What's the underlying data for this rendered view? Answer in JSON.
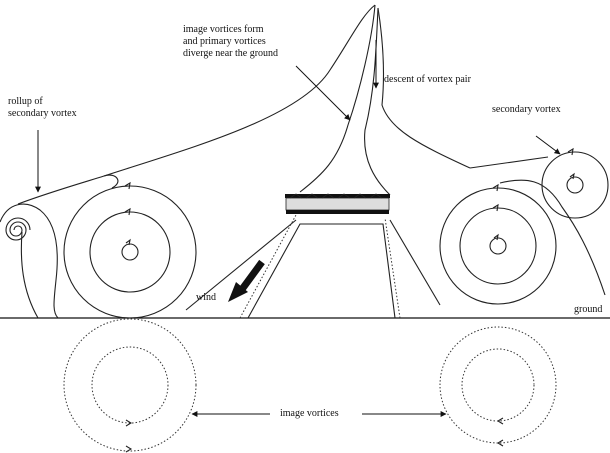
{
  "labels": {
    "image_vortices_form": "image vortices form\nand primary vortices\ndiverge near the ground",
    "descent": "descent of vortex pair",
    "rollup": "rollup of\nsecondary vortex",
    "secondary": "secondary vortex",
    "wind": "wind",
    "ground": "ground",
    "image_vortices": "image vortices"
  },
  "colors": {
    "line": "#222222",
    "background": "#ffffff"
  }
}
